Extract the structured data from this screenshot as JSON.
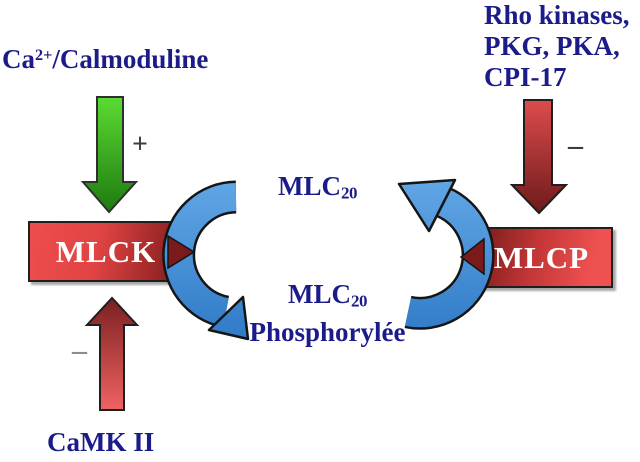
{
  "labels": {
    "ca_calmodulin": {
      "pre": "Ca",
      "sup": "2+",
      "post": "/Calmoduline"
    },
    "rho_block": {
      "line1": "Rho kinases,",
      "line2": "PKG, PKA,",
      "line3": "CPI-17"
    },
    "camk2": "CaMK II",
    "mlck_box": "MLCK",
    "mlcp_box": "MLCP",
    "mlc20": {
      "main": "MLC",
      "sub": "20"
    },
    "mlc20_phospho": {
      "main": "MLC",
      "sub": "20",
      "line2": "Phosphorylée"
    },
    "plus_sign": "+",
    "minus_sign_left": "–",
    "minus_sign_right": "–"
  },
  "colors": {
    "text_navy": "#1b1b8a",
    "box_red_bright": "#ee4d4c",
    "box_red_dark": "#7d1b1b",
    "arrow_green_light": "#5cdc33",
    "arrow_green_dark": "#1e7a10",
    "arrow_red_light": "#f16262",
    "arrow_red_dark": "#7a2020",
    "arrow_blue_light": "#64a9e8",
    "arrow_blue_dark": "#2e79c6",
    "background": "#ffffff"
  }
}
